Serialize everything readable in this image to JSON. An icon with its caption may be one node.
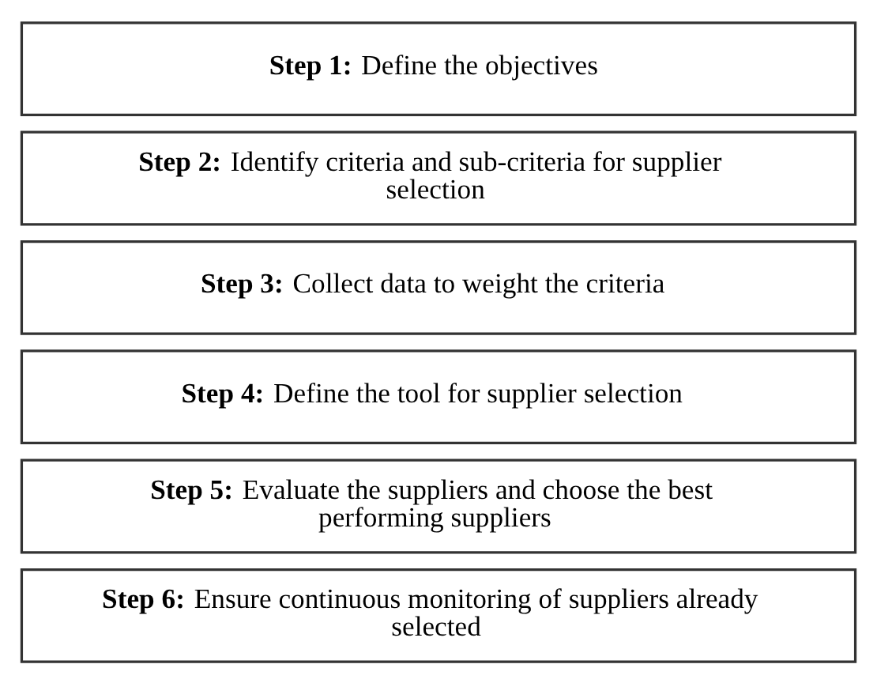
{
  "diagram": {
    "nodes": [
      {
        "text": [
          "**Step 1:** Define the objectives"
        ]
      },
      {
        "text": [
          "**Step 2:** Identify criteria and sub-criteria for supplier selection"
        ]
      },
      {
        "text": [
          "**Step 3:** Collect data to weight the criteria"
        ]
      },
      {
        "text": [
          "**Step 4:** Define the tool for supplier selection"
        ]
      },
      {
        "text": [
          "**Step 5:** Evaluate the suppliers and choose the best performing suppliers"
        ]
      },
      {
        "text": [
          "**Step 6:** Ensure continuous monitoring of suppliers already selected"
        ]
      }
    ]
  }
}
